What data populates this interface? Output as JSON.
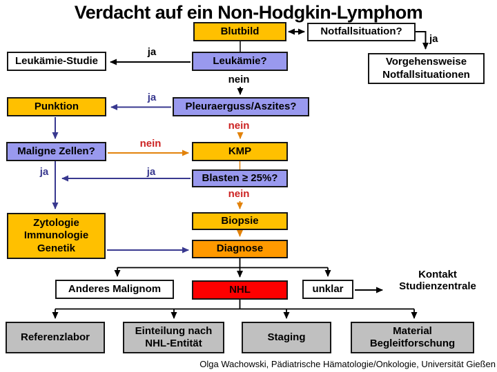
{
  "slide": {
    "title": "Verdacht auf ein Non-Hodgkin-Lymphom",
    "footer": "Olga Wachowski, Pädiatrische Hämatologie/Onkologie, Universität Gießen"
  },
  "colors": {
    "gold": "#ffc000",
    "lavender": "#9999ee",
    "orange_box": "#ff9900",
    "red_box": "#fe0000",
    "gray_box": "#c0c0c0",
    "white_box": "#ffffff",
    "nhl_text": "#1a0000",
    "arrow_blue": "#38388f",
    "arrow_orange": "#e2820a",
    "label_red": "#cc2222"
  },
  "nodes": {
    "blutbild": {
      "label": "Blutbild"
    },
    "notfallsituation": {
      "label": "Notfallsituation?"
    },
    "vorgehensweise": {
      "label": "Vorgehensweise\nNotfallsituationen"
    },
    "leukaemie_studie": {
      "label": "Leukämie-Studie"
    },
    "leukaemie_frage": {
      "label": "Leukämie?"
    },
    "punktion": {
      "label": "Punktion"
    },
    "pleuraerguss": {
      "label": "Pleuraerguss/Aszites?"
    },
    "maligne_zellen": {
      "label": "Maligne Zellen?"
    },
    "kmp": {
      "label": "KMP"
    },
    "blasten": {
      "label": "Blasten ≥ 25%?"
    },
    "zytologie": {
      "label": "Zytologie\nImmunologie\nGenetik"
    },
    "biopsie": {
      "label": "Biopsie"
    },
    "diagnose": {
      "label": "Diagnose"
    },
    "anderes_malignom": {
      "label": "Anderes Malignom"
    },
    "nhl": {
      "label": "NHL"
    },
    "unklar": {
      "label": "unklar"
    },
    "referenzlabor": {
      "label": "Referenzlabor"
    },
    "einteilung": {
      "label": "Einteilung nach\nNHL-Entität"
    },
    "staging": {
      "label": "Staging"
    },
    "material": {
      "label": "Material\nBegleitforschung"
    }
  },
  "edge_labels": {
    "ja_notfallsituation": "ja",
    "ja_leukaemie_studie": "ja",
    "nein_leukaemie": "nein",
    "ja_punktion": "ja",
    "nein_pleuraerguss": "nein",
    "nein_maligne_zellen": "nein",
    "ja_maligne_zellen": "ja",
    "ja_blasten": "ja",
    "nein_blasten": "nein"
  },
  "annotations": {
    "kontakt_studienzentrale": "Kontakt\nStudienzentrale"
  }
}
